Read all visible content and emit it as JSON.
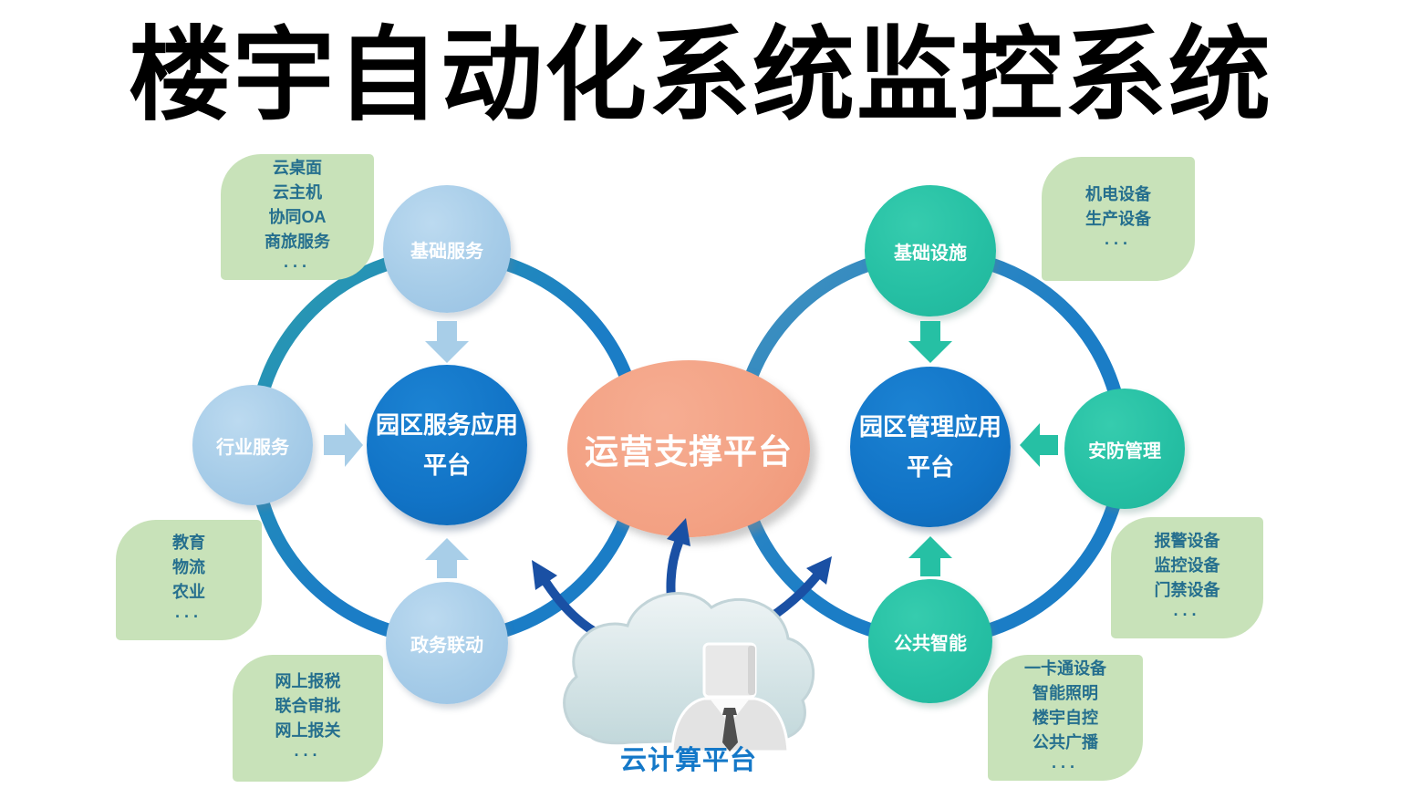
{
  "title": "楼宇自动化系统监控系统",
  "center_platform": {
    "label": "运营支撑平台"
  },
  "cloud_platform": {
    "label": "云计算平台"
  },
  "clusters": {
    "left": {
      "top": "基础服务",
      "side": "行业服务",
      "bottom": "政务联动",
      "hub_line1": "园区服务应用",
      "hub_line2": "平台"
    },
    "right": {
      "top": "基础设施",
      "side": "安防管理",
      "bottom": "公共智能",
      "hub_line1": "园区管理应用",
      "hub_line2": "平台"
    }
  },
  "callouts": {
    "top_left": {
      "lines": [
        "云桌面",
        "云主机",
        "协同OA",
        "商旅服务",
        "···"
      ]
    },
    "mid_left": {
      "lines": [
        "教育",
        "物流",
        "农业",
        "···"
      ]
    },
    "bottom_left": {
      "lines": [
        "网上报税",
        "联合审批",
        "网上报关",
        "···"
      ]
    },
    "top_right": {
      "lines": [
        "机电设备",
        "生产设备",
        "···"
      ]
    },
    "mid_right": {
      "lines": [
        "报警设备",
        "监控设备",
        "门禁设备",
        "···"
      ]
    },
    "bottom_right": {
      "lines": [
        "一卡通设备",
        "智能照明",
        "楼宇自控",
        "公共广播",
        "···"
      ]
    }
  },
  "colors": {
    "light_blue_circle": "#A6CCE8",
    "teal_circle": "#26C0A4",
    "dark_blue_circle": "#1173C6",
    "orange_ellipse": "#F3A183",
    "green_callout_bg": "#C8E2B9",
    "callout_text": "#256F8E",
    "ring_blue": "#1B7DC6",
    "ring_teal": "#2B9DAE",
    "navy_arrow": "#1A50A4",
    "cloud_label_text": "#1478C8",
    "title_text": "#000000"
  }
}
